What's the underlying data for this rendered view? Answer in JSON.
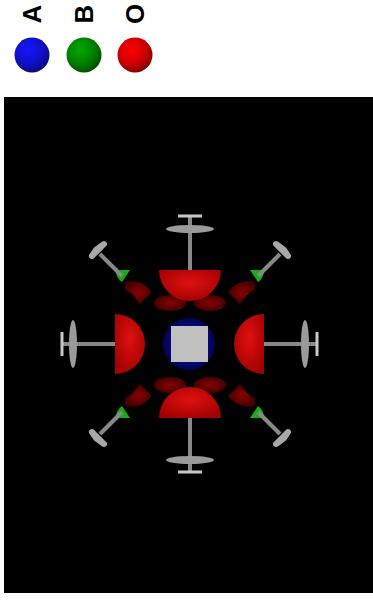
{
  "diagram": {
    "legend": [
      {
        "text": "A",
        "color": "#1010c8"
      },
      {
        "text": "B",
        "color": "#008000"
      },
      {
        "text": "O",
        "color": "#d00000"
      }
    ]
  }
}
